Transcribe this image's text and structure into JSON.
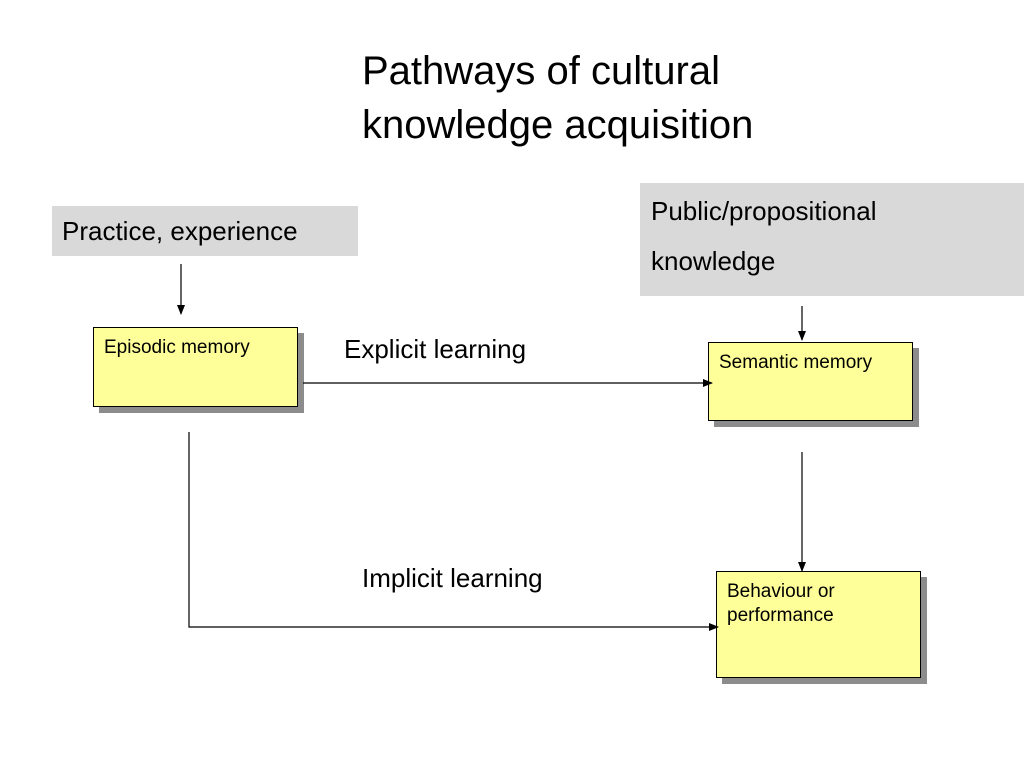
{
  "title": {
    "line1": "Pathways of cultural",
    "line2": "knowledge acquisition"
  },
  "sources": {
    "practice": "Practice, experience",
    "public_line1": "Public/propositional",
    "public_line2": "knowledge"
  },
  "nodes": {
    "episodic": "Episodic memory",
    "semantic": "Semantic memory",
    "behaviour": "Behaviour or performance"
  },
  "edges": {
    "explicit": "Explicit learning",
    "implicit": "Implicit learning"
  },
  "colors": {
    "node_fill": "#ffff99",
    "source_fill": "#d9d9d9",
    "shadow": "#8c8c8c"
  }
}
